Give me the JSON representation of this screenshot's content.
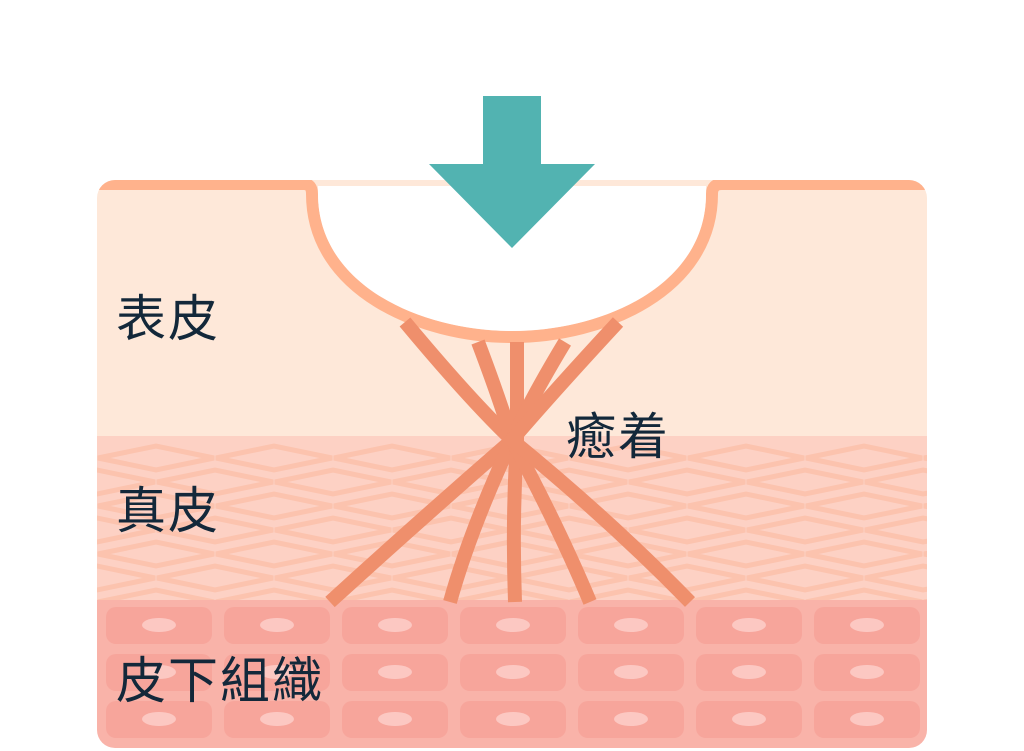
{
  "labels": {
    "epidermis": "表皮",
    "dermis": "真皮",
    "subcutaneous": "皮下組織",
    "adhesion": "癒着"
  },
  "colors": {
    "arrow": "#52b3b1",
    "epidermis": "#fee8d9",
    "border": "#ffb28c",
    "dermis": "#fdd1c4",
    "dermis_mesh": "#fcc3ae",
    "subcutaneous": "#f9b3a9",
    "cell": "#f7a59b",
    "nucleus": "#fcc8c2",
    "fiber": "#ef8f6c",
    "text": "#13283a"
  }
}
